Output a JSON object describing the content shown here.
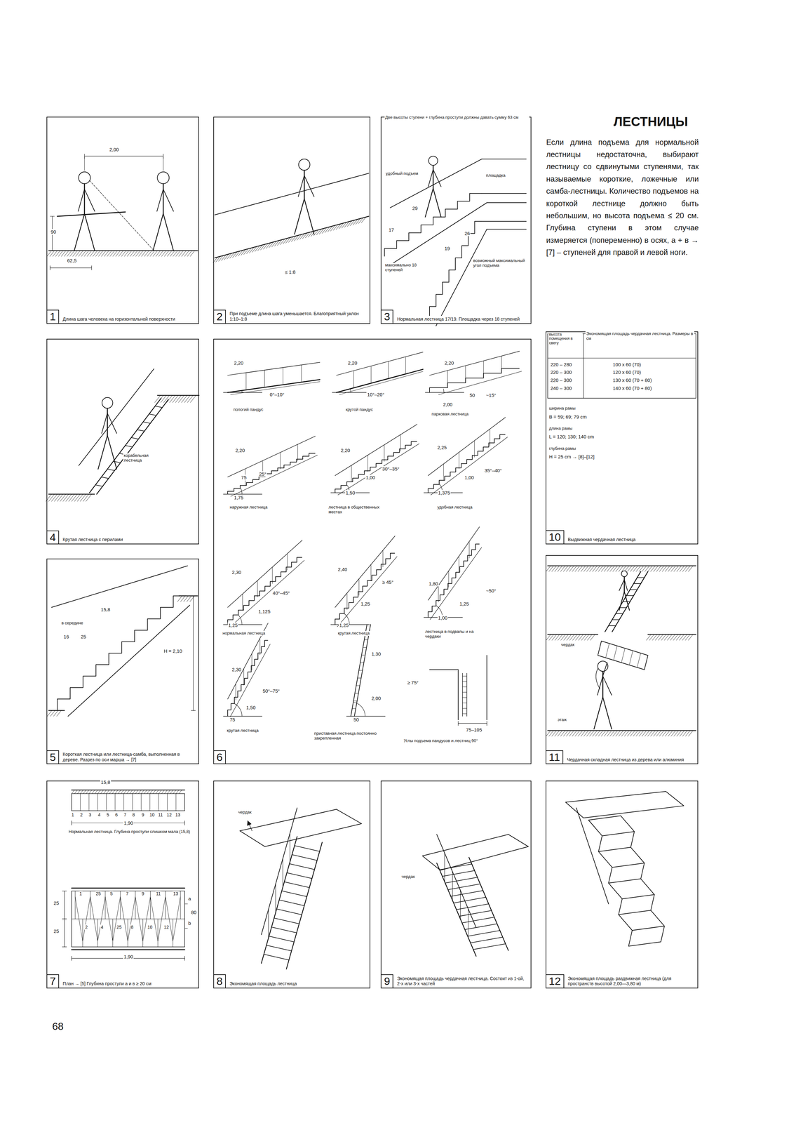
{
  "diagram": {
    "title": "ЛЕСТНИЦЫ",
    "nodes": [
      {
        "text": [
          "1",
          "Длина шага человека на горизонтальной поверхности"
        ]
      },
      {
        "text": [
          "2",
          "При подъеме длина шага уменьшается. Благоприятный уклон 1:10–1:8"
        ]
      },
      {
        "text": [
          "3",
          "Нормальная лестница 17/19. Площадка через 18 ступеней"
        ]
      },
      {
        "text": [
          "4",
          "Крутая лестница с перилами"
        ]
      },
      {
        "text": [
          "5",
          "Короткая лестница или лестница-самба, выполненная в дереве. Разрез по оси марша → [7]"
        ]
      },
      {
        "text": [
          "6"
        ]
      },
      {
        "text": [
          "10",
          "Выдвижная чердачная лестница"
        ]
      },
      {
        "text": [
          "11",
          "Чердачная складная лестница из дерева или алюминия"
        ]
      },
      {
        "text": [
          "7",
          "План → [5] Глубина проступи а и в ≥ 20 см"
        ]
      },
      {
        "text": [
          "8",
          "Экономящая площадь лестница"
        ]
      },
      {
        "text": [
          "9",
          "Экономящая площадь чердачная лестница. Состоит из 1-ой, 2-х или 3-х частей"
        ]
      },
      {
        "text": [
          "12",
          "Экономящая площадь раздвижная лестница (для пространств высотой 2,00—3,80 м)"
        ]
      }
    ],
    "labels": [
      "2,00",
      "90",
      "62,5",
      "≤ 1:8",
      "Две высоты ступени + глубина проступи должны давать сумму 63 см",
      "удобный подъем",
      "площадка",
      "29",
      "17",
      "26",
      "19",
      "максимально 18 ступеней",
      "возможный максимальный угол подъема",
      "корабельная лестница",
      "15,8",
      "в середине",
      "16",
      "25",
      "H = 2,10",
      "2,20",
      "0°–10°",
      "пологий пандус",
      "2,20",
      "10°–20°",
      "крутой пандус",
      "2,20",
      "50",
      "~15°",
      "2,00",
      "парковая лестница",
      "2,20",
      "75",
      "25°",
      "1,75",
      "наружная лестница",
      "2,20",
      "30°–35°",
      "1,00",
      "1,50",
      "лестница в общественных местах",
      "2,25",
      "35°–40°",
      "1,00",
      "1,375",
      "удобная лестница",
      "2,30",
      "40°–45°",
      "1,125",
      "1,25",
      "нормальная лестница",
      "2,40",
      "≥ 45°",
      "1,25",
      "1,25",
      "крутая лестница",
      "1,80",
      "~50°",
      "1,25",
      "1,00",
      "лестница в подвалы и на чердаки",
      "2,30",
      "50°–75°",
      "1,50",
      "75",
      "крутая лестница",
      "1,30",
      "≥ 75°",
      "2,00",
      "50",
      "приставная лестница постоянно закрепленная",
      "75–105",
      "Углы подъема пандусов и лестниц 90°",
      "высота помещения в свету",
      "Экономящая площадь чердачная лестница. Размеры в см",
      "220 – 280",
      "100 x 60 (70)",
      "220 – 300",
      "120 x 60 (70)",
      "220 – 300",
      "130 x 60 (70 + 80)",
      "240 – 300",
      "140 x 60 (70 + 80)",
      "ширина рамы",
      "B = 59; 69; 79 cm",
      "длина рамы",
      "L = 120; 130; 140 cm",
      "глубина рамы",
      "H = 25 cm → [8]–[12]",
      "чердак",
      "этаж",
      "15,8",
      "1",
      "2",
      "3",
      "4",
      "5",
      "6",
      "7",
      "8",
      "9",
      "10",
      "11",
      "12",
      "13",
      "1,90",
      "Нормальная лестница. Глубина проступи слишком мала (15,8)",
      "1",
      "25",
      "5",
      "7",
      "9",
      "11",
      "13",
      "2",
      "4",
      "25",
      "8",
      "10",
      "12",
      "25",
      "25",
      "a",
      "b",
      "80",
      "1,90",
      "чердак",
      "чердак",
      "Если длина подъема для нормальной лестницы недостаточна, выбирают лестницу со сдвинутыми ступенями, так называемые короткие, ложечные или самба-лестницы. Количество подъемов на короткой лестнице должно быть небольшим, но высота подъема ≤ 20 см. Глубина ступени в этом случае измеряется (попеременно) в осях, а + в → [7] – ступеней для правой и левой ноги.",
      "68"
    ]
  }
}
